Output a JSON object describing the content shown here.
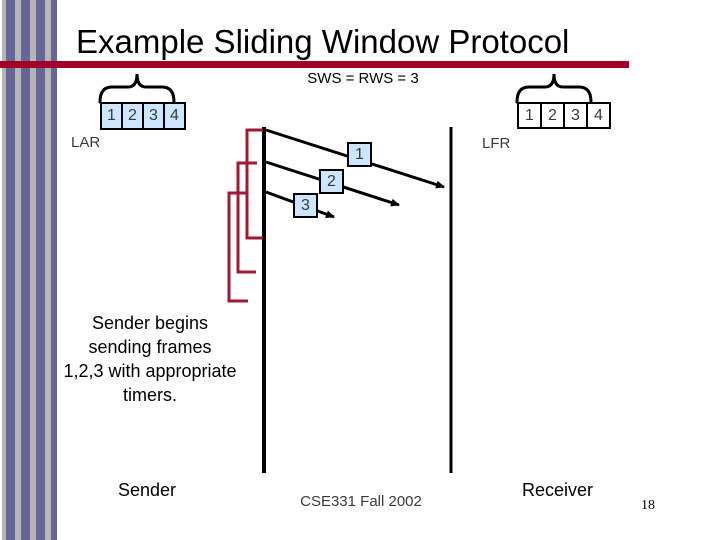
{
  "colors": {
    "accent": "#A00028",
    "timer": "#9E1B32",
    "frame-fill": "#CCE6FF",
    "stripe-gray": "#B5B5B5",
    "stripe-blue": "#666699"
  },
  "header": {
    "title": "Example Sliding Window Protocol",
    "subtitle": "SWS = RWS = 3"
  },
  "sender_window": {
    "label": "LAR",
    "cells": [
      "1",
      "2",
      "3",
      "4"
    ]
  },
  "receiver_window": {
    "label": "LFR",
    "cells": [
      "1",
      "2",
      "3",
      "4"
    ]
  },
  "frames": [
    "1",
    "2",
    "3"
  ],
  "caption": {
    "lines": [
      "Sender begins",
      "sending frames",
      "1,2,3 with appropriate",
      "timers."
    ]
  },
  "labels": {
    "sender": "Sender",
    "receiver": "Receiver"
  },
  "footer": {
    "course": "CSE331 Fall 2002",
    "page_number": "18"
  }
}
